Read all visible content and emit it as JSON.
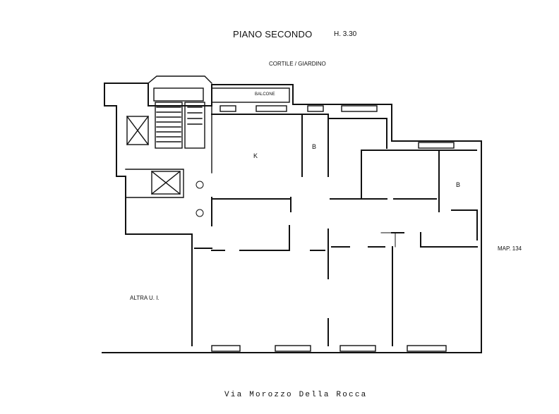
{
  "plan": {
    "title": "PIANO SECONDO",
    "height": "H. 3.30",
    "courtyard": "CORTILE / GIARDINO",
    "balcony": "BALCONE",
    "kitchen": "K",
    "bath_1": "B",
    "bath_2": "B",
    "other_unit": "ALTRA U. I.",
    "map_ref": "MAP. 134",
    "street": "Via Morozzo Della Rocca"
  }
}
